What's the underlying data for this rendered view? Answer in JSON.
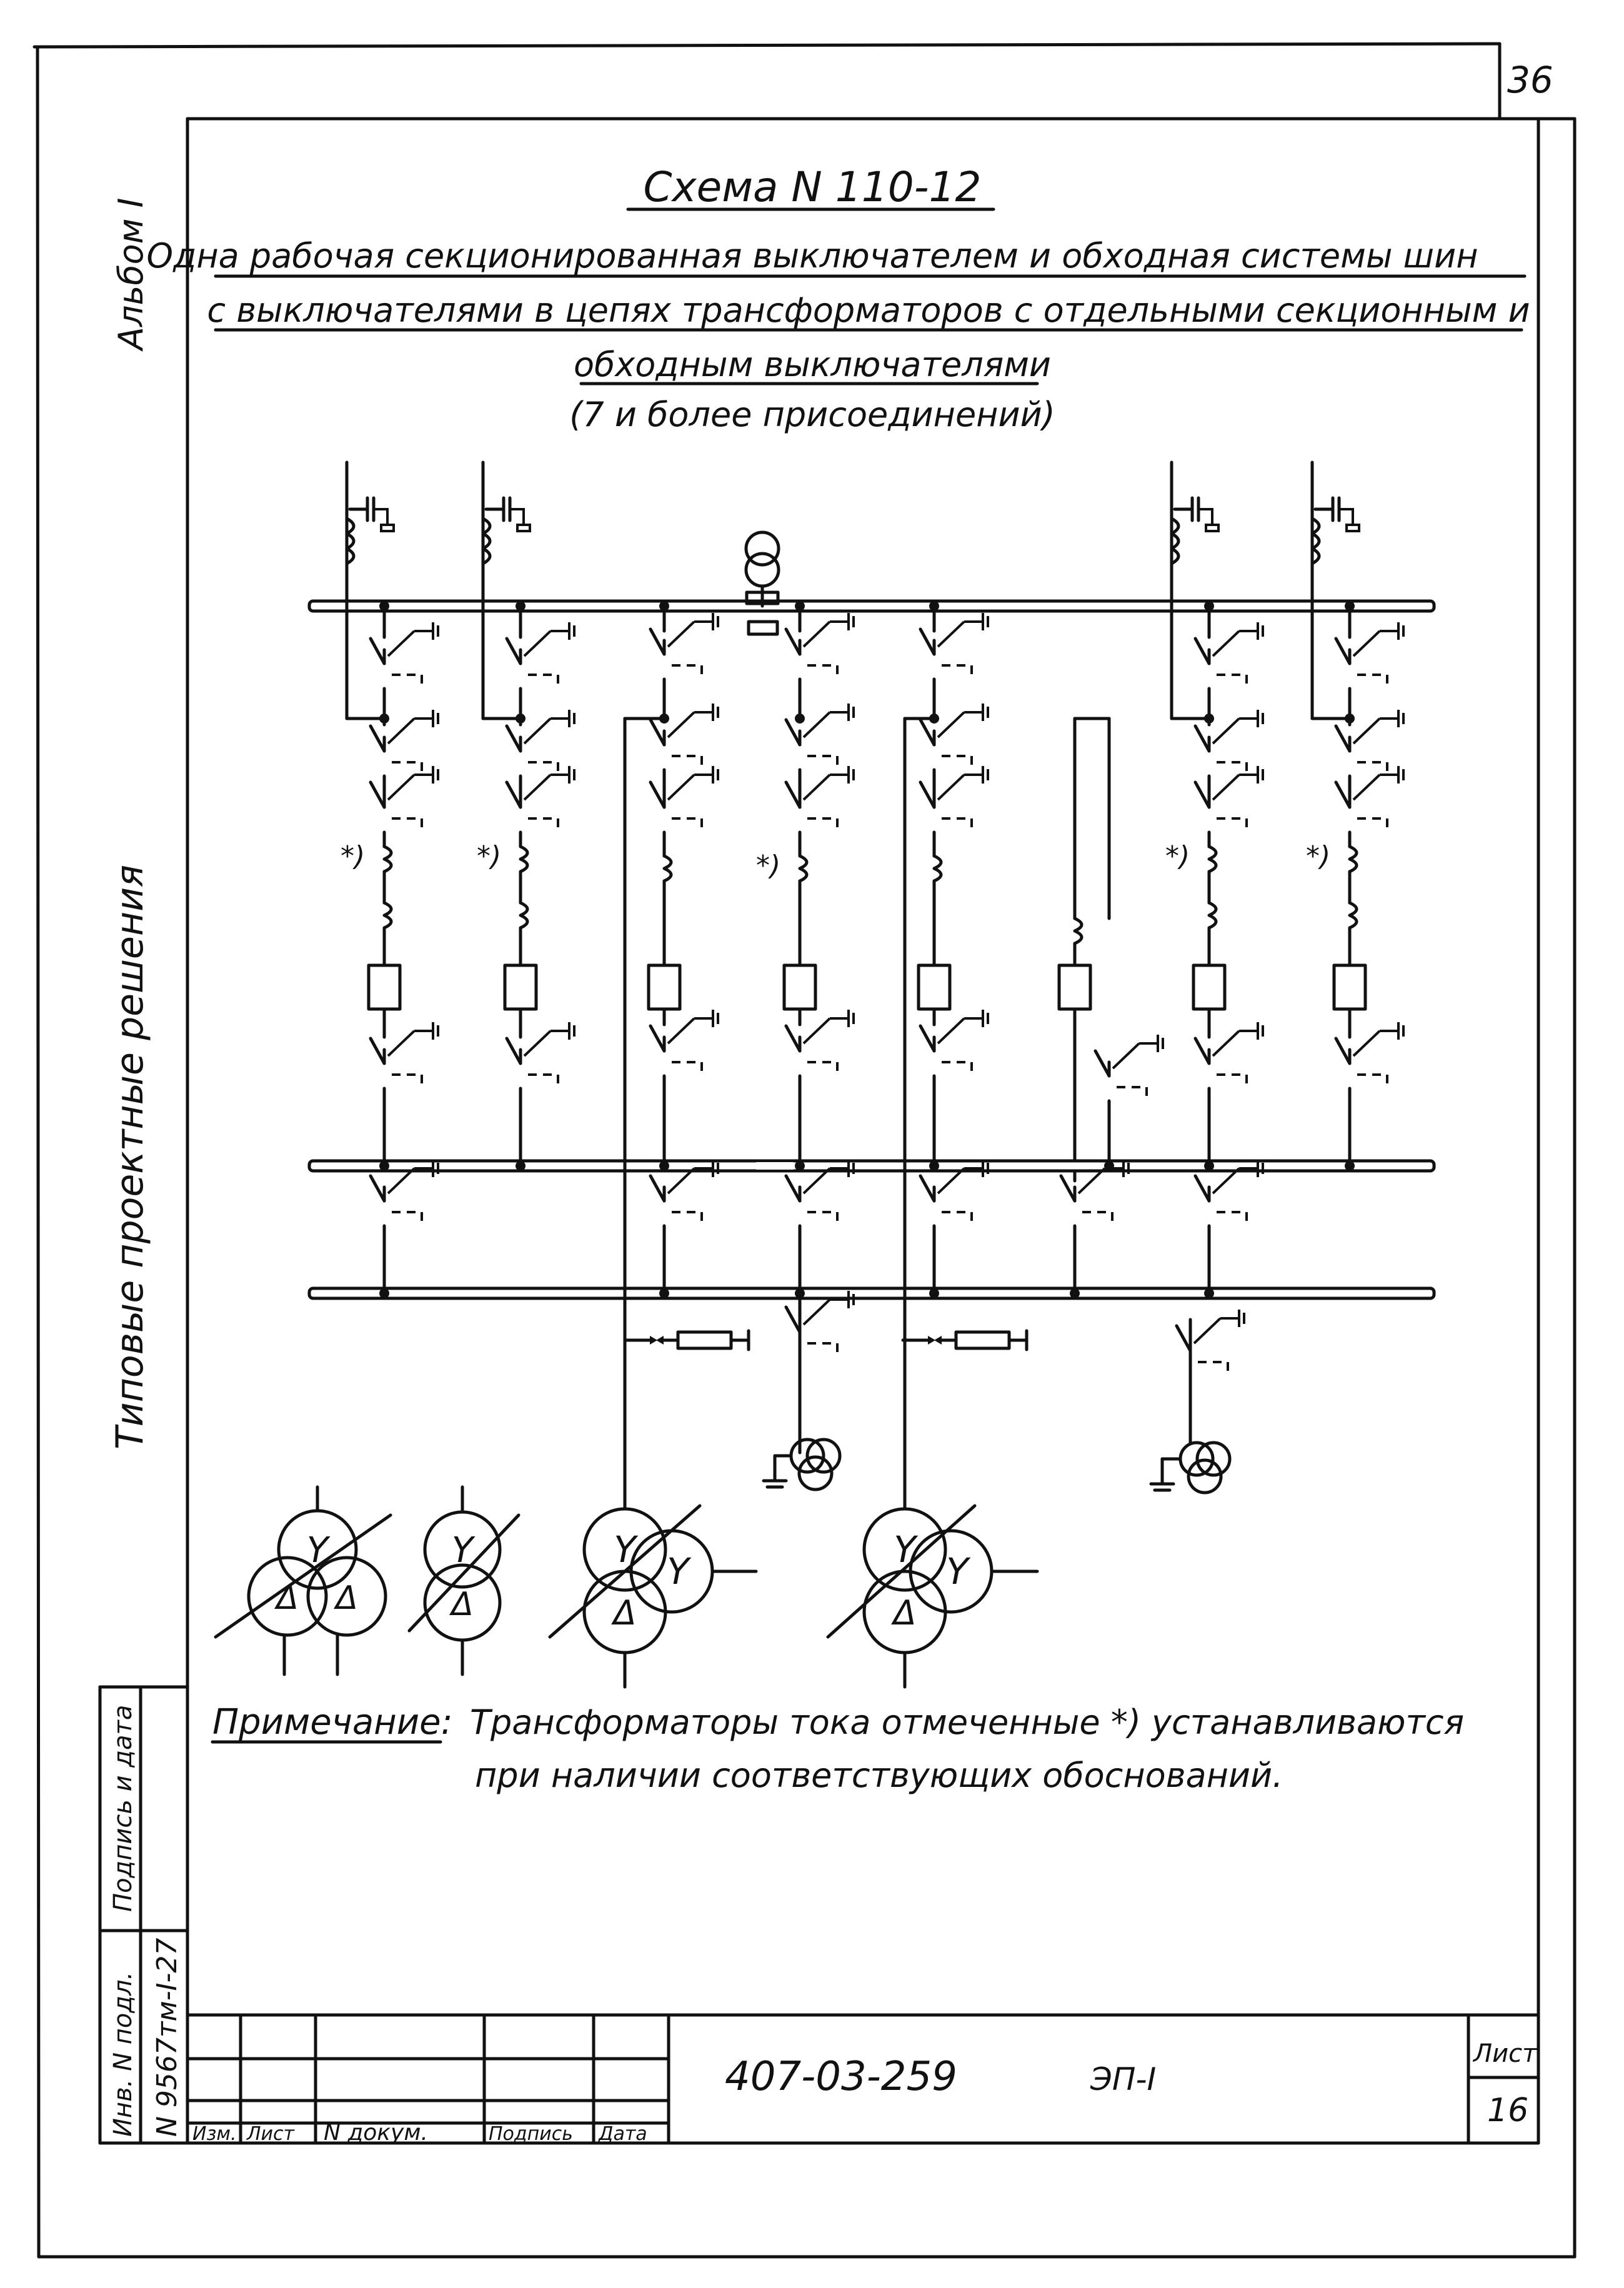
{
  "page": {
    "sheet_number": "36",
    "title": "Схема N 110-12",
    "subtitle_line1": "Одна рабочая секционированная выключателем и обходная системы шин",
    "subtitle_line2": "с выключателями в цепях трансформаторов с отдельными секционным и",
    "subtitle_line3": "обходным выключателями",
    "subtitle_line4": "(7 и более присоединений)"
  },
  "side_labels": {
    "album": "Альбом I",
    "series": "Типовые проектные решения"
  },
  "diagram": {
    "ct_marker": "*)",
    "delta_symbol": "Δ",
    "wye_symbol": "Y"
  },
  "note": {
    "label": "Примечание:",
    "line1": "Трансформаторы тока отмеченные *) устанавливаются",
    "line2": "при наличии соответствующих обоснований."
  },
  "stamp": {
    "inventory_header": "Инв. N подл.",
    "signature_header": "Подпись и дата",
    "inventory_value": "N 9567тм-I-27",
    "col_change": "Изм.",
    "col_sheet": "Лист",
    "col_doc": "N докум.",
    "col_sign": "Подпись",
    "col_date": "Дата",
    "document_code": "407-03-259",
    "document_part": "ЭП-I",
    "sheet_label": "Лист",
    "sheet_value": "16"
  }
}
